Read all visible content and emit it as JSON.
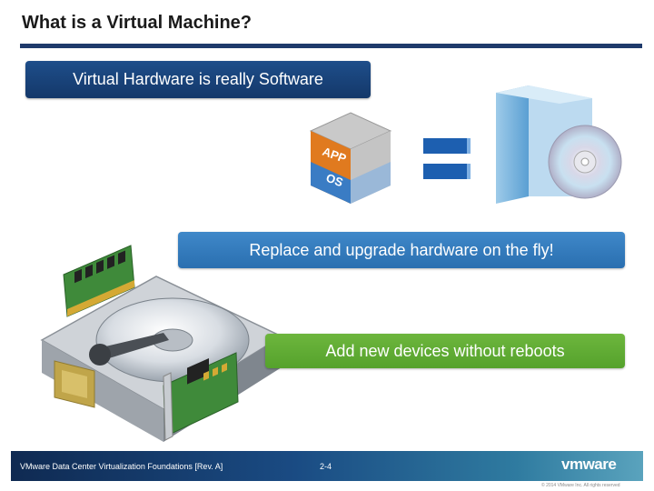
{
  "slide": {
    "title": "What is a Virtual Machine?",
    "callouts": [
      "Virtual Hardware is really Software",
      "Replace and upgrade hardware on the fly!",
      "Add new devices without reboots"
    ],
    "vm_box": {
      "app_label": "APP",
      "os_label": "OS"
    },
    "footer": {
      "course": "VMware Data Center Virtualization Foundations [Rev. A]",
      "page": "2-4",
      "logo": "vmware",
      "copyright": "© 2014 VMware Inc. All rights reserved"
    },
    "colors": {
      "title_rule": "#1f3a6b",
      "callout_navy": "#1a4579",
      "callout_blue": "#3a80c0",
      "callout_green": "#62ad35"
    }
  }
}
